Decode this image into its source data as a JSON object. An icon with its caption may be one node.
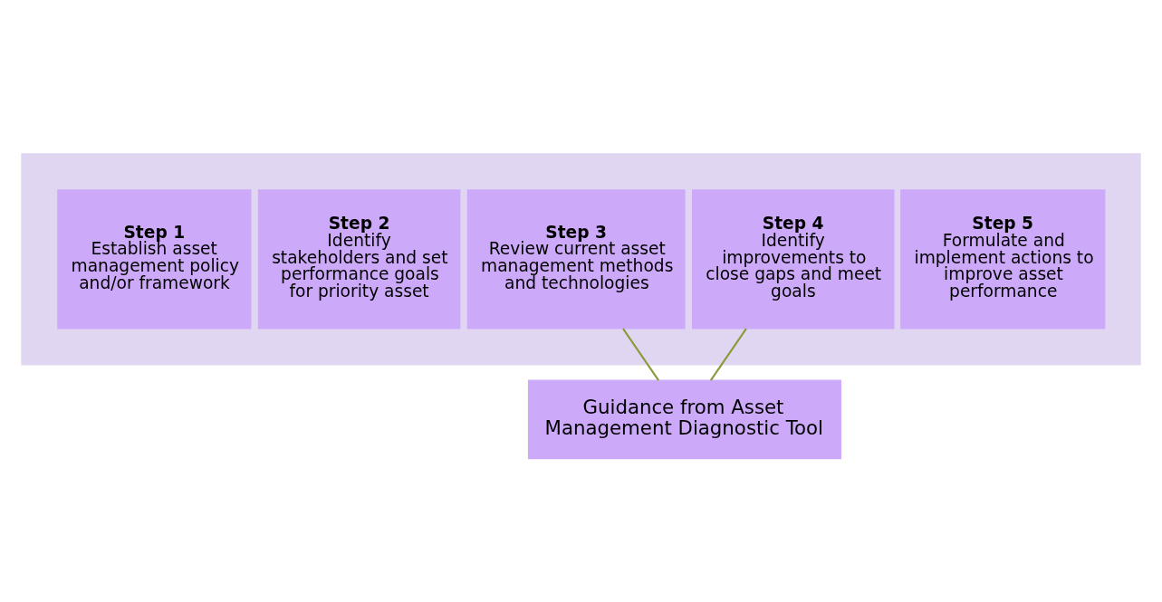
{
  "diagram": {
    "nodes": [
      {
        "text": [],
        "shape": "arrow"
      },
      {
        "text": [
          "Step 1",
          "Establish asset management policy and/or framework"
        ],
        "in": 0
      },
      {
        "text": [
          "Step 2",
          "Identify stakeholders and set performance goals for priority asset"
        ],
        "in": 0
      },
      {
        "text": [
          "Step 3",
          "Review current asset management methods and technologies"
        ],
        "in": 0
      },
      {
        "text": [
          "Step 4",
          "Identify improvements to close gaps and meet goals"
        ],
        "in": 0
      },
      {
        "text": [
          "Step 5",
          "Formulate and implement actions to improve asset performance"
        ],
        "in": 0
      },
      {
        "text": [
          "Guidance from Asset Management Diagnostic Tool"
        ]
      }
    ],
    "edges": [
      {
        "from": 3,
        "to": 6,
        "arrow": "none"
      },
      {
        "from": 4,
        "to": 6,
        "arrow": "none"
      }
    ]
  }
}
